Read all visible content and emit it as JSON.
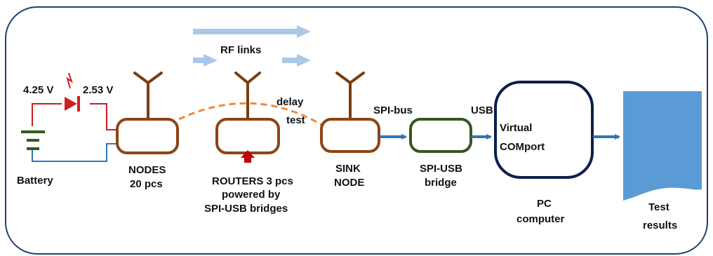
{
  "labels": {
    "rf_links": "RF links",
    "voltage_in": "4.25 V",
    "voltage_out": "2.53 V",
    "battery": "Battery",
    "nodes_line1": "NODES",
    "nodes_line2": "20 pcs",
    "routers_line1": "ROUTERS 3 pcs",
    "routers_line2": "powered by",
    "routers_line3": "SPI-USB bridges",
    "delay_line1": "delay",
    "delay_line2": "test",
    "spi_bus": "SPI-bus",
    "usb": "USB",
    "sink_line1": "SINK",
    "sink_line2": "NODE",
    "bridge_line1": "SPI-USB",
    "bridge_line2": "bridge",
    "virtual_line1": "Virtual",
    "virtual_line2": "COMport",
    "pc_line1": "PC",
    "pc_line2": "computer",
    "results_line1": "Test",
    "results_line2": "results"
  },
  "colors": {
    "frame": "#1f3f6e",
    "node": "#8b4513",
    "antenna": "#7a3d12",
    "rf_arrow": "#a9c9ea",
    "flow_arrow": "#2e75b6",
    "bridge": "#375623",
    "pc": "#0d1f4a",
    "results": "#5b9bd5",
    "dashed_link": "#f0883a",
    "red_wire": "#cc2020",
    "blue_wire": "#2e75b6",
    "battery_green": "#2e5e1e",
    "router_arrow": "#c00000"
  },
  "icons": {
    "antenna": "antenna-icon",
    "diode": "led-diode-icon",
    "battery": "battery-icon",
    "document": "document-icon"
  }
}
